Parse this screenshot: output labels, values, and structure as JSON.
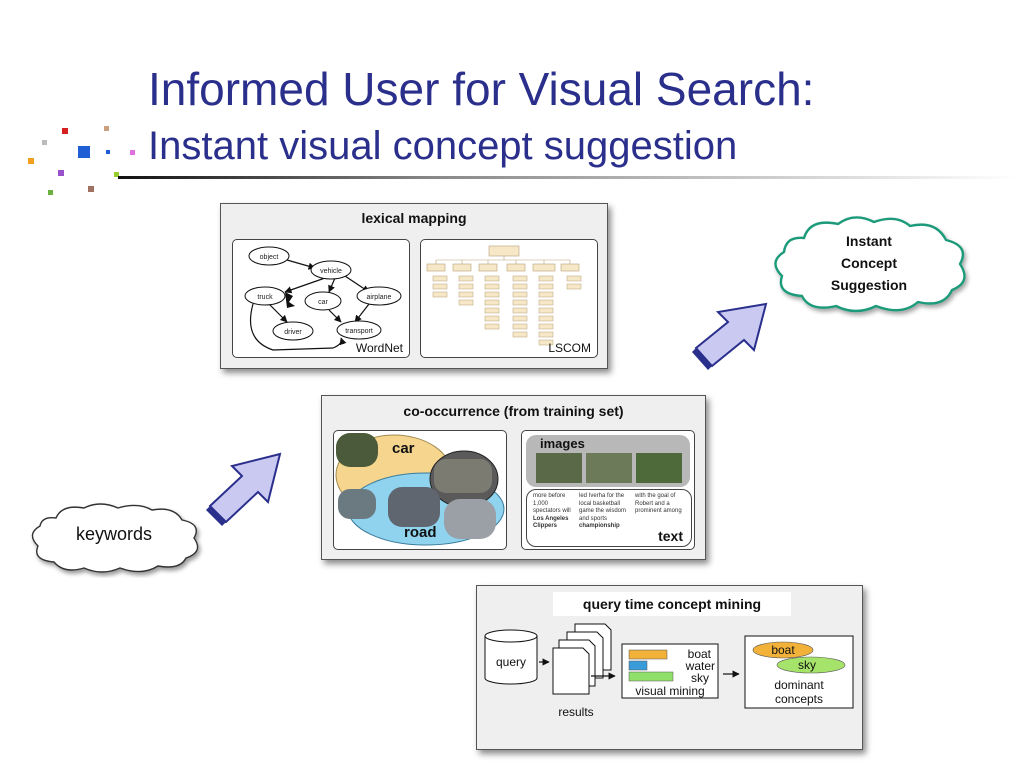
{
  "slide": {
    "title": "Informed User for Visual Search:",
    "subtitle": "Instant visual concept suggestion"
  },
  "colors": {
    "title": "#2b2f8c",
    "arrow_fill": "#c9c9f2",
    "arrow_stroke": "#2b2f8c",
    "cloud_green": "#1a9a7a"
  },
  "cloud_keywords": {
    "label": "keywords"
  },
  "cloud_suggestion": {
    "line1": "Instant",
    "line2": "Concept",
    "line3": "Suggestion"
  },
  "lexical": {
    "title": "lexical mapping",
    "wordnet": {
      "label": "WordNet",
      "nodes": [
        "object",
        "vehicle",
        "truck",
        "car",
        "airplane",
        "driver",
        "transport"
      ]
    },
    "lscom": {
      "label": "LSCOM"
    }
  },
  "cooccurrence": {
    "title": "co-occurrence (from training set)",
    "venn": {
      "car": "car",
      "road": "road"
    },
    "images_label": "images",
    "text_label": "text",
    "text_col1": [
      "more before",
      "1,000",
      "spectators will",
      "Los Angeles",
      "Clippers"
    ],
    "text_col2": [
      "led Iverha for the",
      "local basketball",
      "game the wisdom",
      "and sports",
      "championship"
    ],
    "text_col3": [
      "with the goal of",
      "Robert and a",
      "prominent among"
    ]
  },
  "mining": {
    "title": "query time concept mining",
    "query": "query",
    "results": "results",
    "visual_mining": "visual mining",
    "concepts": [
      "boat",
      "water",
      "sky"
    ],
    "dominant_line1": "dominant",
    "dominant_line2": "concepts",
    "dominant_boat": "boat",
    "dominant_sky": "sky"
  }
}
